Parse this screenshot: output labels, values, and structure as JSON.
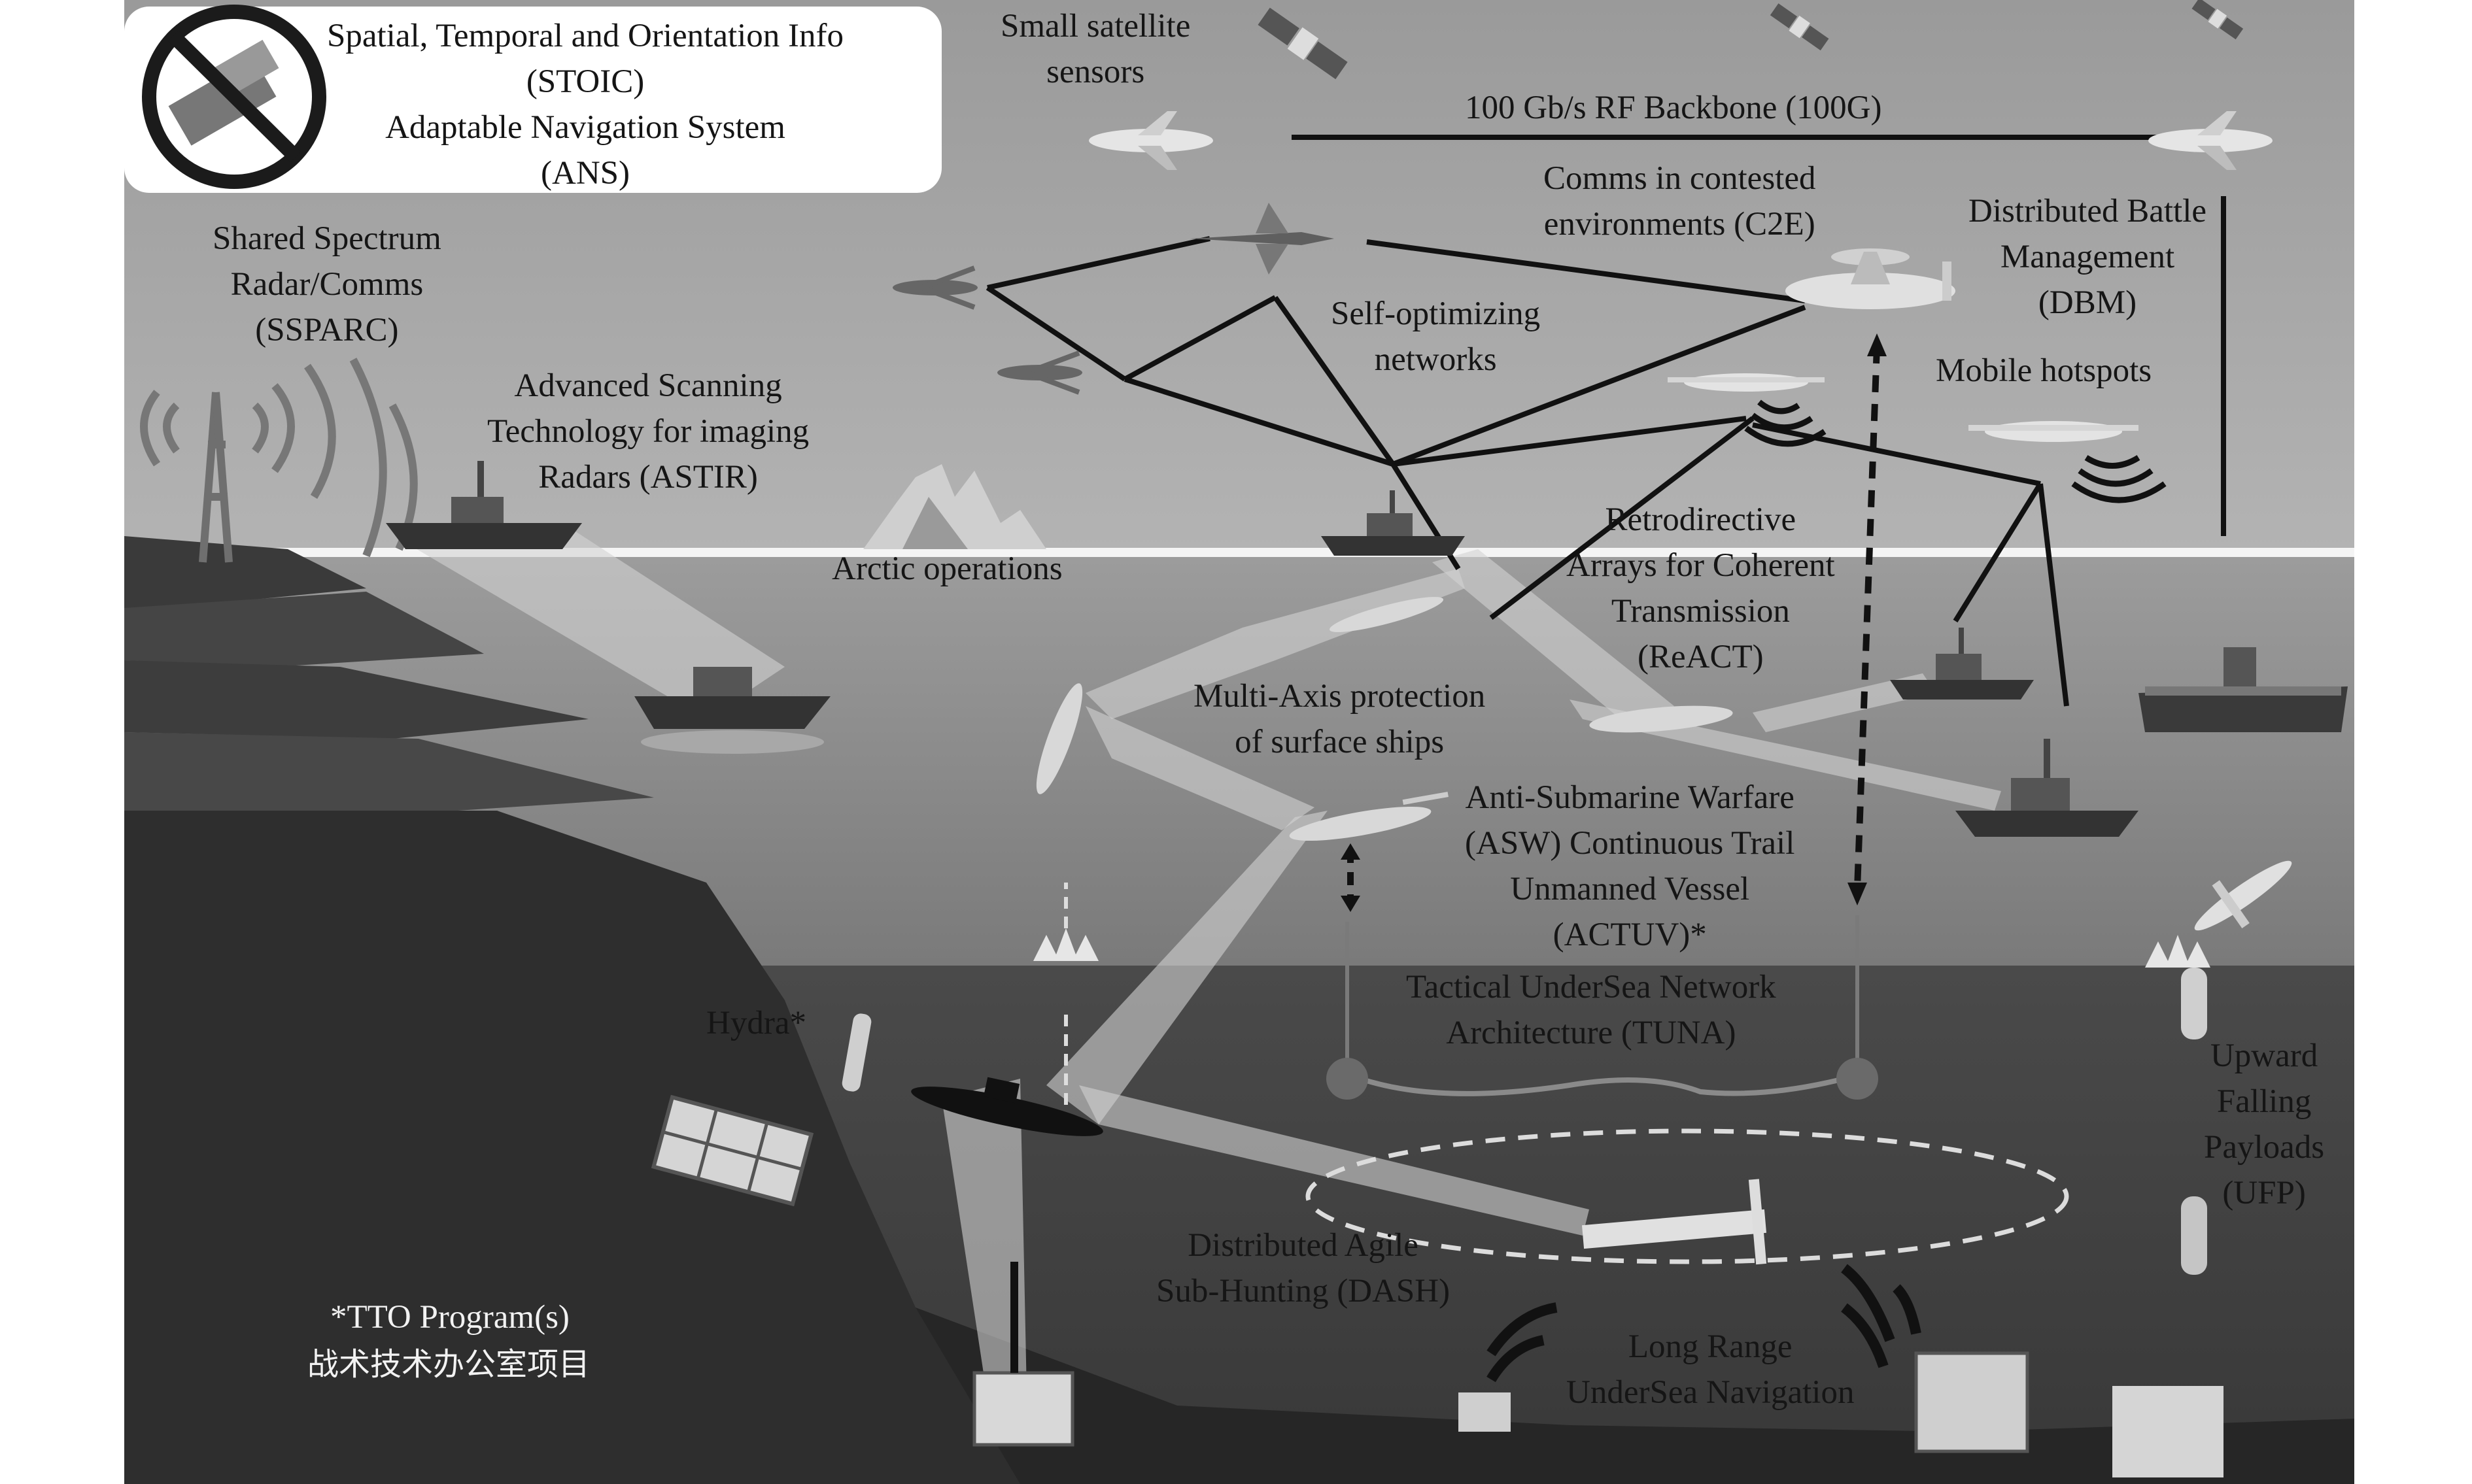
{
  "colors": {
    "sky": "#a9a9a9",
    "sea_surface": "#7e7e7e",
    "deep_sea": "#3f3f3f",
    "link": "#111111",
    "beam": "#c9c9c9"
  },
  "icons": {
    "no_gps": "prohibited-gps-icon",
    "satellite": "satellite-icon",
    "uav": "uav-icon",
    "fighter": "fighter-jet-icon",
    "awacs": "awacs-aircraft-icon",
    "ship": "ship-icon",
    "carrier": "aircraft-carrier-icon",
    "submarine": "submarine-icon",
    "tower": "radio-tower-icon",
    "iceberg": "iceberg-icon",
    "signal": "signal-waves-icon",
    "payload": "payload-canister-icon"
  },
  "labels": {
    "stoic": [
      "Spatial, Temporal and Orientation Info",
      "(STOIC)",
      "Adaptable Navigation System",
      "(ANS)"
    ],
    "satellites": [
      "Small satellite",
      "sensors"
    ],
    "backbone": [
      "100 Gb/s RF Backbone (100G)"
    ],
    "c2e": [
      "Comms in contested",
      "environments (C2E)"
    ],
    "dbm": [
      "Distributed Battle",
      "Management",
      "(DBM)"
    ],
    "ssparc": [
      "Shared Spectrum",
      "Radar/Comms",
      "(SSPARC)"
    ],
    "astir": [
      "Advanced Scanning",
      "Technology for imaging",
      "Radars (ASTIR)"
    ],
    "self_opt": [
      "Self-optimizing",
      "networks"
    ],
    "hotspots": [
      "Mobile hotspots"
    ],
    "arctic": [
      "Arctic operations"
    ],
    "react": [
      "Retrodirective",
      "Arrays for Coherent",
      "Transmission",
      "(ReACT)"
    ],
    "multi_axis": [
      "Multi-Axis protection",
      "of surface ships"
    ],
    "actuv": [
      "Anti-Submarine Warfare",
      "(ASW) Continuous Trail",
      "Unmanned Vessel",
      "(ACTUV)*"
    ],
    "tuna": [
      "Tactical UnderSea Network",
      "Architecture (TUNA)"
    ],
    "hydra": [
      "Hydra*"
    ],
    "ufp": [
      "Upward",
      "Falling",
      "Payloads",
      "(UFP)"
    ],
    "dash": [
      "Distributed Agile",
      "Sub-Hunting (DASH)"
    ],
    "lrun": [
      "Long Range",
      "UnderSea Navigation"
    ],
    "tto": [
      "*TTO Program(s)"
    ],
    "tto_cn": [
      "战术技术办公室项目"
    ]
  }
}
